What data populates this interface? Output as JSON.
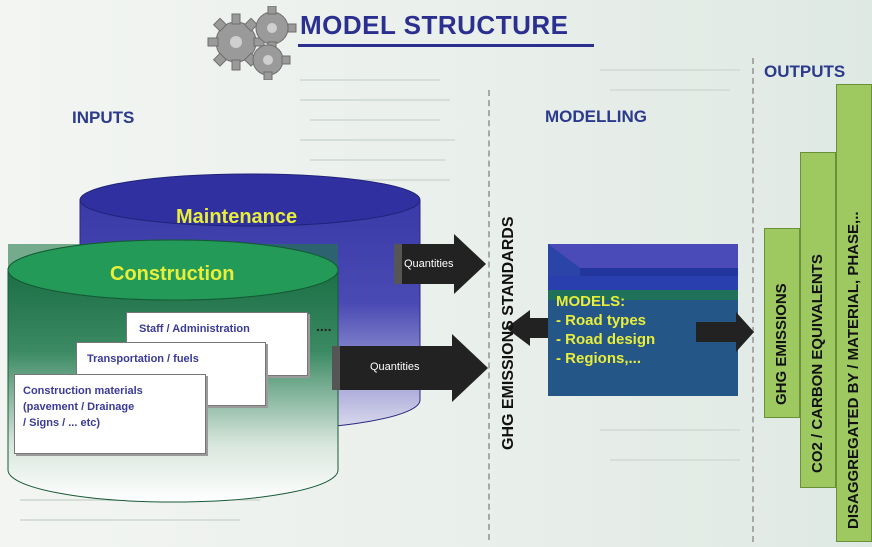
{
  "title": "MODEL STRUCTURE",
  "sections": {
    "inputs": "INPUTS",
    "modelling": "MODELLING",
    "outputs": "OUTPUTS"
  },
  "inputs": {
    "maintenance_label": "Maintenance",
    "construction_label": "Construction",
    "cards": {
      "staff": "Staff / Administration",
      "transport": "Transportation / fuels",
      "materials_line1": "Construction materials",
      "materials_line2": "(pavement / Drainage",
      "materials_line3": "/ Signs / ... etc)"
    },
    "ellipsis": "...."
  },
  "arrows": {
    "top_label": "Quantities",
    "bottom_label": "Quantities"
  },
  "standards_label": "GHG EMISSIONS STANDARDS",
  "models": {
    "heading": "MODELS:",
    "items": [
      "- Road types",
      "- Road design",
      "- Regions,..."
    ]
  },
  "outputs": {
    "bars": [
      "GHG EMISSIONS",
      "CO2 / CARBON EQUIVALENTS",
      "DISAGGREGATED BY / MATERIAL, PHASE,.."
    ]
  },
  "colors": {
    "title_blue": "#2b2f8f",
    "maintenance_blue": "#3c3ca6",
    "construction_green": "#1e7a4a",
    "label_yellow": "#e8ee3a",
    "output_green": "#9dc960"
  }
}
